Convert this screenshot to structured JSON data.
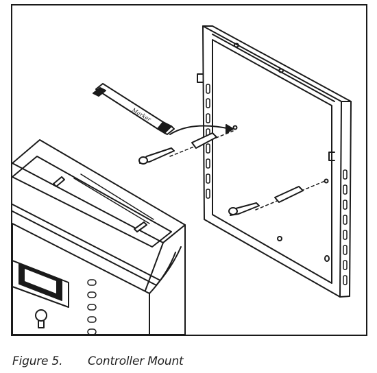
{
  "figure": {
    "number_label": "Figure 5.",
    "title": "Controller Mount",
    "marker_brand": "Marker"
  },
  "colors": {
    "line": "#1a1a1a",
    "frame": "#1a1a1a",
    "background": "#ffffff"
  }
}
